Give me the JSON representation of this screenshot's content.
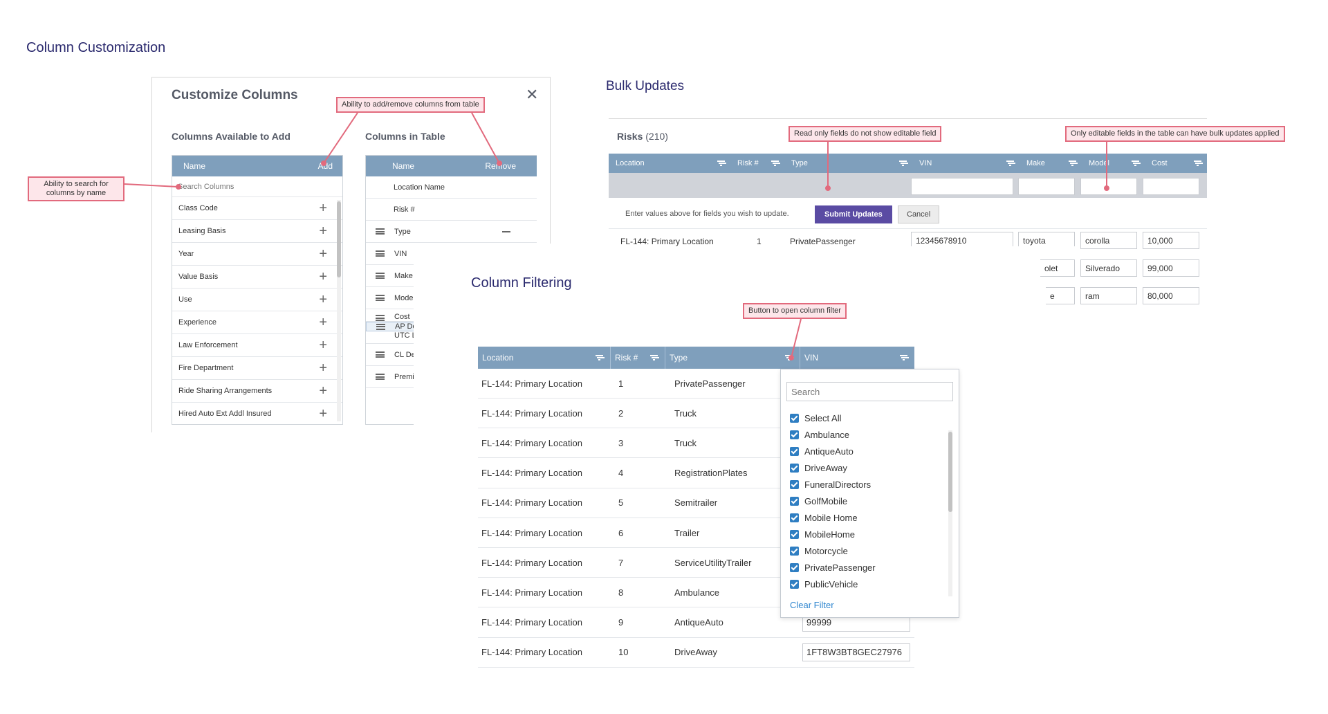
{
  "sections": {
    "column_customization": "Column Customization",
    "bulk_updates": "Bulk Updates",
    "column_filtering": "Column Filtering"
  },
  "callouts": {
    "add_remove": "Ability to add/remove columns from table",
    "search_columns_line1": "Ability to search for",
    "search_columns_line2": "columns by name",
    "read_only": "Read only fields do not show editable field",
    "editable_only": "Only editable fields in the table can have bulk updates applied",
    "open_filter": "Button to open column filter"
  },
  "customize_dialog": {
    "title": "Customize Columns",
    "close": "✕",
    "available_title": "Columns Available to Add",
    "in_table_title": "Columns in Table",
    "available_header": {
      "name": "Name",
      "action": "Add"
    },
    "in_table_header": {
      "name": "Name",
      "action": "Remove"
    },
    "search_placeholder": "Search Columns",
    "available": [
      "Class Code",
      "Leasing Basis",
      "Year",
      "Value Basis",
      "Use",
      "Experience",
      "Law Enforcement",
      "Fire Department",
      "Ride Sharing Arrangements",
      "Hired Auto Ext Addl Insured"
    ],
    "in_table": [
      "Location Name",
      "Risk #",
      "Type",
      "VIN",
      "Make",
      "Mode",
      "Cost",
      "AP De",
      "UTC L",
      "CL De",
      "Premi"
    ]
  },
  "bulk_updates": {
    "risks_label": "Risks",
    "risks_count": "(210)",
    "columns": [
      "Location",
      "Risk #",
      "Type",
      "VIN",
      "Make",
      "Model",
      "Cost"
    ],
    "hint": "Enter values above for fields you wish to update.",
    "submit": "Submit Updates",
    "cancel": "Cancel",
    "row1": {
      "location": "FL-144: Primary Location",
      "risk": "1",
      "type": "PrivatePassenger",
      "vin": "12345678910",
      "make": "toyota",
      "model": "corolla",
      "cost": "10,000"
    },
    "row2": {
      "make": "olet",
      "model": "Silverado",
      "cost": "99,000"
    },
    "row3": {
      "make": "e",
      "model": "ram",
      "cost": "80,000"
    }
  },
  "column_filtering": {
    "columns": [
      "Location",
      "Risk #",
      "Type",
      "VIN"
    ],
    "rows": [
      {
        "location": "FL-144: Primary Location",
        "risk": "1",
        "type": "PrivatePassenger"
      },
      {
        "location": "FL-144: Primary Location",
        "risk": "2",
        "type": "Truck"
      },
      {
        "location": "FL-144: Primary Location",
        "risk": "3",
        "type": "Truck"
      },
      {
        "location": "FL-144: Primary Location",
        "risk": "4",
        "type": "RegistrationPlates"
      },
      {
        "location": "FL-144: Primary Location",
        "risk": "5",
        "type": "Semitrailer"
      },
      {
        "location": "FL-144: Primary Location",
        "risk": "6",
        "type": "Trailer"
      },
      {
        "location": "FL-144: Primary Location",
        "risk": "7",
        "type": "ServiceUtilityTrailer"
      },
      {
        "location": "FL-144: Primary Location",
        "risk": "8",
        "type": "Ambulance"
      },
      {
        "location": "FL-144: Primary Location",
        "risk": "9",
        "type": "AntiqueAuto",
        "vin": "99999"
      },
      {
        "location": "FL-144: Primary Location",
        "risk": "10",
        "type": "DriveAway",
        "vin": "1FT8W3BT8GEC27976"
      }
    ],
    "filter_popup": {
      "search_placeholder": "Search",
      "select_all": "Select All",
      "options": [
        "Ambulance",
        "AntiqueAuto",
        "DriveAway",
        "FuneralDirectors",
        "GolfMobile",
        "Mobile Home",
        "MobileHome",
        "Motorcycle",
        "PrivatePassenger",
        "PublicVehicle"
      ],
      "clear": "Clear Filter"
    }
  },
  "colors": {
    "title": "#2b2a6e",
    "header_blue": "#7f9fbc",
    "primary_button": "#5a4ba3",
    "callout_border": "#e26a7d",
    "callout_fill": "#fde6ea",
    "checkbox": "#2f7ec2",
    "link": "#2f86cf"
  }
}
